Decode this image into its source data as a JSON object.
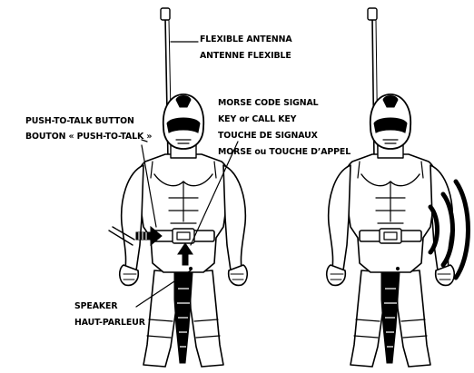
{
  "labels": {
    "antenna_en": "FLEXIBLE ANTENNA",
    "antenna_fr": "ANTENNE FLEXIBLE",
    "morse_line1": "MORSE CODE SIGNAL",
    "morse_line2": "KEY or CALL KEY",
    "morse_line3": "TOUCHE DE SIGNAUX",
    "morse_line4": "MORSE ou TOUCHE D’APPEL",
    "ptt_en": "PUSH-TO-TALK BUTTON",
    "ptt_fr": "BOUTON « PUSH-TO-TALK »",
    "speaker_en": "SPEAKER",
    "speaker_fr": "HAUT-PARLEUR"
  }
}
